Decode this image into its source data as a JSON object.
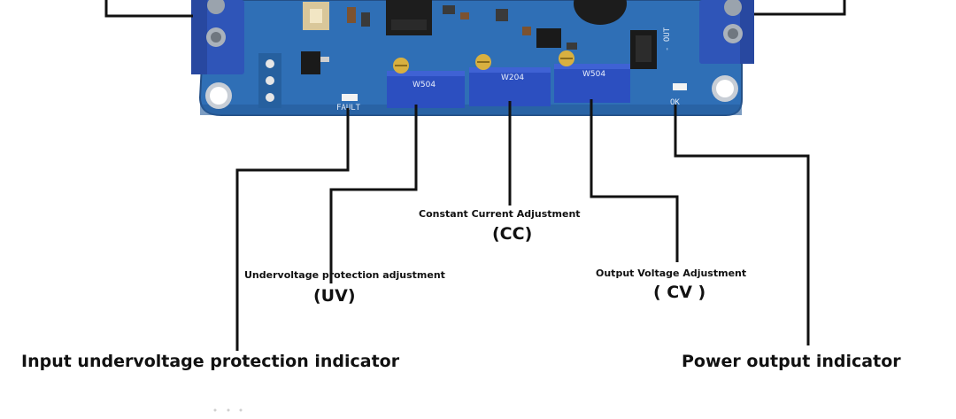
{
  "board": {
    "silkscreen": {
      "pot_left": "W504",
      "pot_mid": "W204",
      "pot_right": "W504",
      "out": "- OUT",
      "fault": "FAULT",
      "ok": "OK"
    }
  },
  "labels": {
    "cc_title": "Constant Current Adjustment",
    "cc_abbr": "(CC)",
    "uv_title": "Undervoltage protection adjustment",
    "uv_abbr": "(UV)",
    "cv_title": "Output Voltage Adjustment",
    "cv_abbr": "( CV )",
    "input_indicator": "Input undervoltage protection indicator",
    "power_indicator": "Power output indicator"
  },
  "colors": {
    "pcb": "#2f6fb6",
    "terminal": "#2f55b8",
    "potentiometer": "#2c4fc0",
    "leader_line": "#111111"
  }
}
